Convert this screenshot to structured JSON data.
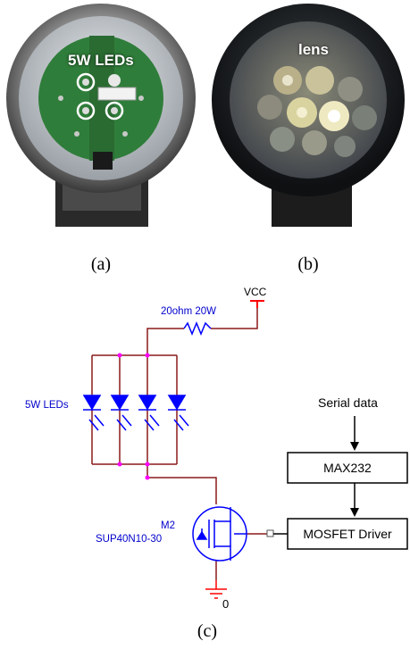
{
  "photos": {
    "left": {
      "label": "5W LEDs",
      "caption": "(a)"
    },
    "right": {
      "label": "lens",
      "caption": "(b)"
    }
  },
  "schematic": {
    "vcc_label": "VCC",
    "resistor_label": "20ohm 20W",
    "leds_label": "5W LEDs",
    "ground_label": "0",
    "mosfet_ref": "M2",
    "mosfet_part": "SUP40N10-30",
    "serial_label": "Serial data",
    "max232_label": "MAX232",
    "driver_label": "MOSFET Driver",
    "caption": "(c)"
  },
  "colors": {
    "wire": "#8b1a1a",
    "component": "#0000ff",
    "node": "#ff00ff",
    "text_blue": "#0000cc"
  }
}
